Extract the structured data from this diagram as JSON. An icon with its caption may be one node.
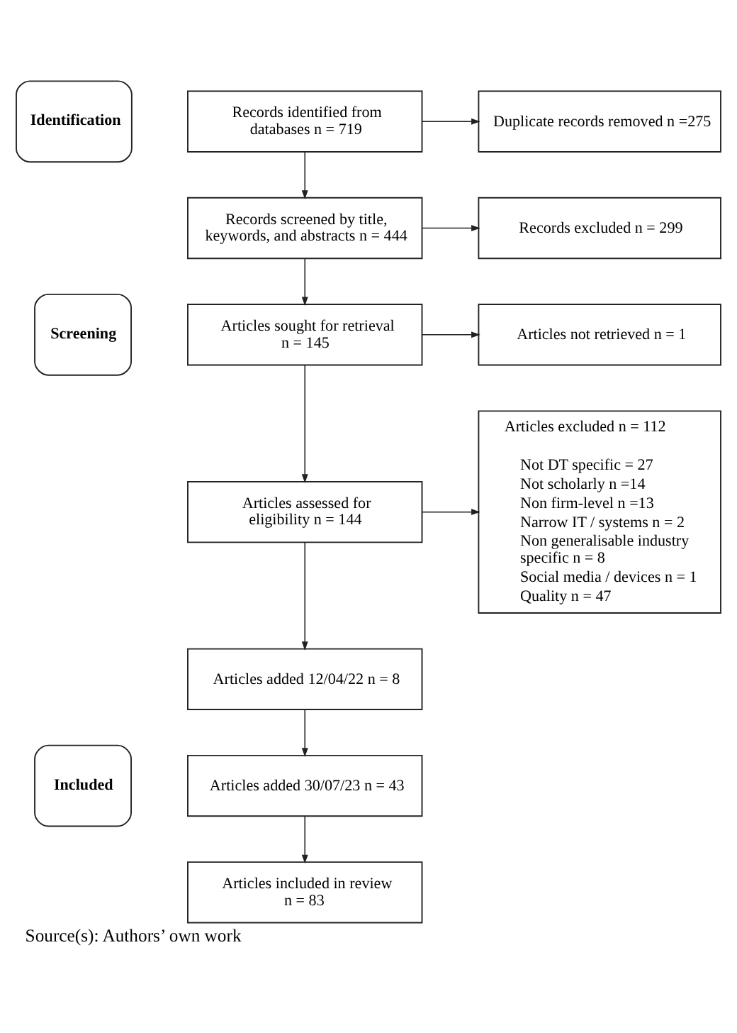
{
  "diagram": {
    "caption": "Source(s): Authors’ own work",
    "nodes": [
      {
        "text": [
          "Identification"
        ]
      },
      {
        "text": [
          "Records identified from databases n = 719"
        ]
      },
      {
        "text": [
          "Duplicate records removed n =275"
        ]
      },
      {
        "text": [
          "Screening"
        ]
      },
      {
        "text": [
          "Records screened by title, keywords, and abstracts n = 444"
        ]
      },
      {
        "text": [
          "Records excluded n = 299"
        ]
      },
      {
        "text": [
          "Articles sought for retrieval n = 145"
        ]
      },
      {
        "text": [
          "Articles not retrieved n = 1"
        ]
      },
      {
        "text": [
          "Articles assessed for eligibility n = 144"
        ]
      },
      {
        "text": [
          "Articles excluded n = 112",
          "Not DT specific = 27",
          "Not scholarly n =14",
          "Non firm-level n =13",
          "Narrow IT / systems n = 2",
          "Non generalisable industry specific n = 8",
          "Social media / devices n = 1",
          "Quality n = 47"
        ]
      },
      {
        "text": [
          "Included"
        ]
      },
      {
        "text": [
          "Articles added 12/04/22 n = 8"
        ]
      },
      {
        "text": [
          "Articles added 30/07/23 n = 43"
        ]
      },
      {
        "text": [
          "Articles included in review n = 83"
        ]
      }
    ],
    "edges": [
      {
        "from": 1,
        "to": 2,
        "arrow": "to"
      },
      {
        "from": 1,
        "to": 4,
        "arrow": "to"
      },
      {
        "from": 4,
        "to": 5,
        "arrow": "to"
      },
      {
        "from": 4,
        "to": 6,
        "arrow": "to"
      },
      {
        "from": 6,
        "to": 7,
        "arrow": "to"
      },
      {
        "from": 6,
        "to": 8,
        "arrow": "to"
      },
      {
        "from": 8,
        "to": 9,
        "arrow": "to"
      },
      {
        "from": 8,
        "to": 11,
        "arrow": "to"
      },
      {
        "from": 11,
        "to": 12,
        "arrow": "to"
      },
      {
        "from": 12,
        "to": 13,
        "arrow": "to"
      }
    ]
  }
}
